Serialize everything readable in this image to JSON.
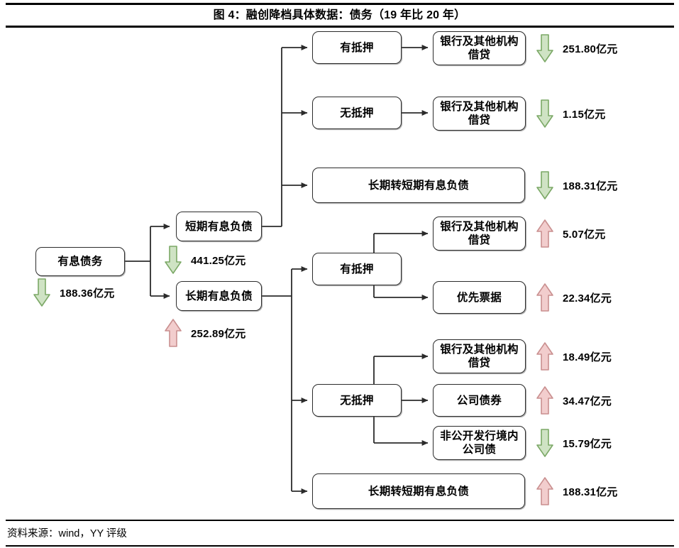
{
  "figure": {
    "title": "图 4：融创降档具体数据：债务（19 年比 20 年）",
    "source": "资料来源：wind，YY 评级"
  },
  "colors": {
    "down_fill": "#cfe3c4",
    "down_stroke": "#7ba866",
    "up_fill": "#f2cdcd",
    "up_stroke": "#c98f8f",
    "node_border": "#2b2b2b",
    "edge": "#2b2b2b",
    "rule": "#000000"
  },
  "units": "亿元",
  "nodes": {
    "root": {
      "label": "有息债务"
    },
    "short_term": {
      "label": "短期有息负债"
    },
    "long_term": {
      "label": "长期有息负债"
    },
    "st_secured": {
      "label": "有抵押"
    },
    "st_unsecured": {
      "label": "无抵押"
    },
    "st_bank_secured": {
      "label": "银行及其他机构\n借贷"
    },
    "st_bank_unsecured": {
      "label": "银行及其他机构\n借贷"
    },
    "st_reclass": {
      "label": "长期转短期有息负债"
    },
    "lt_secured": {
      "label": "有抵押"
    },
    "lt_unsecured": {
      "label": "无抵押"
    },
    "lt_bank_secured": {
      "label": "银行及其他机构\n借贷"
    },
    "lt_senior_notes": {
      "label": "优先票据"
    },
    "lt_bank_unsecured": {
      "label": "银行及其他机构\n借贷"
    },
    "lt_corp_bonds": {
      "label": "公司债券"
    },
    "lt_private_bonds": {
      "label": "非公开发行境内\n公司债"
    },
    "lt_reclass": {
      "label": "长期转短期有息负债"
    }
  },
  "deltas": {
    "root": {
      "direction": "down",
      "value": "188.36亿元",
      "icon": "arrow-down-icon"
    },
    "short_term": {
      "direction": "down",
      "value": "441.25亿元",
      "icon": "arrow-down-icon"
    },
    "long_term": {
      "direction": "up",
      "value": "252.89亿元",
      "icon": "arrow-up-icon"
    },
    "st_bank_secured": {
      "direction": "down",
      "value": "251.80亿元",
      "icon": "arrow-down-icon"
    },
    "st_bank_unsecured": {
      "direction": "down",
      "value": "1.15亿元",
      "icon": "arrow-down-icon"
    },
    "st_reclass": {
      "direction": "down",
      "value": "188.31亿元",
      "icon": "arrow-down-icon"
    },
    "lt_bank_secured": {
      "direction": "up",
      "value": "5.07亿元",
      "icon": "arrow-up-icon"
    },
    "lt_senior_notes": {
      "direction": "up",
      "value": "22.34亿元",
      "icon": "arrow-up-icon"
    },
    "lt_bank_unsecured": {
      "direction": "up",
      "value": "18.49亿元",
      "icon": "arrow-up-icon"
    },
    "lt_corp_bonds": {
      "direction": "up",
      "value": "34.47亿元",
      "icon": "arrow-up-icon"
    },
    "lt_private_bonds": {
      "direction": "down",
      "value": "15.79亿元",
      "icon": "arrow-down-icon"
    },
    "lt_reclass": {
      "direction": "up",
      "value": "188.31亿元",
      "icon": "arrow-up-icon"
    }
  }
}
